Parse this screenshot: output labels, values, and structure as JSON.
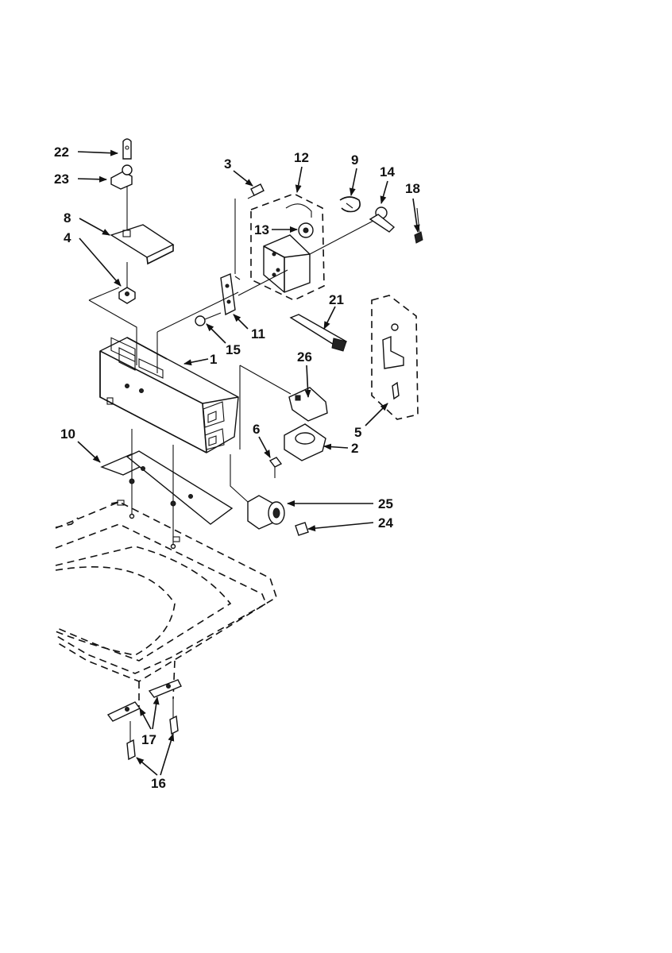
{
  "diagram": {
    "type": "exploded-parts-diagram",
    "labels": {
      "p1": "1",
      "p2": "2",
      "p3": "3",
      "p4": "4",
      "p5": "5",
      "p6": "6",
      "p8": "8",
      "p9": "9",
      "p10": "10",
      "p11": "11",
      "p12": "12",
      "p13": "13",
      "p14": "14",
      "p15": "15",
      "p16": "16",
      "p17": "17",
      "p18": "18",
      "p21": "21",
      "p22": "22",
      "p23": "23",
      "p24": "24",
      "p25": "25",
      "p26": "26"
    }
  }
}
